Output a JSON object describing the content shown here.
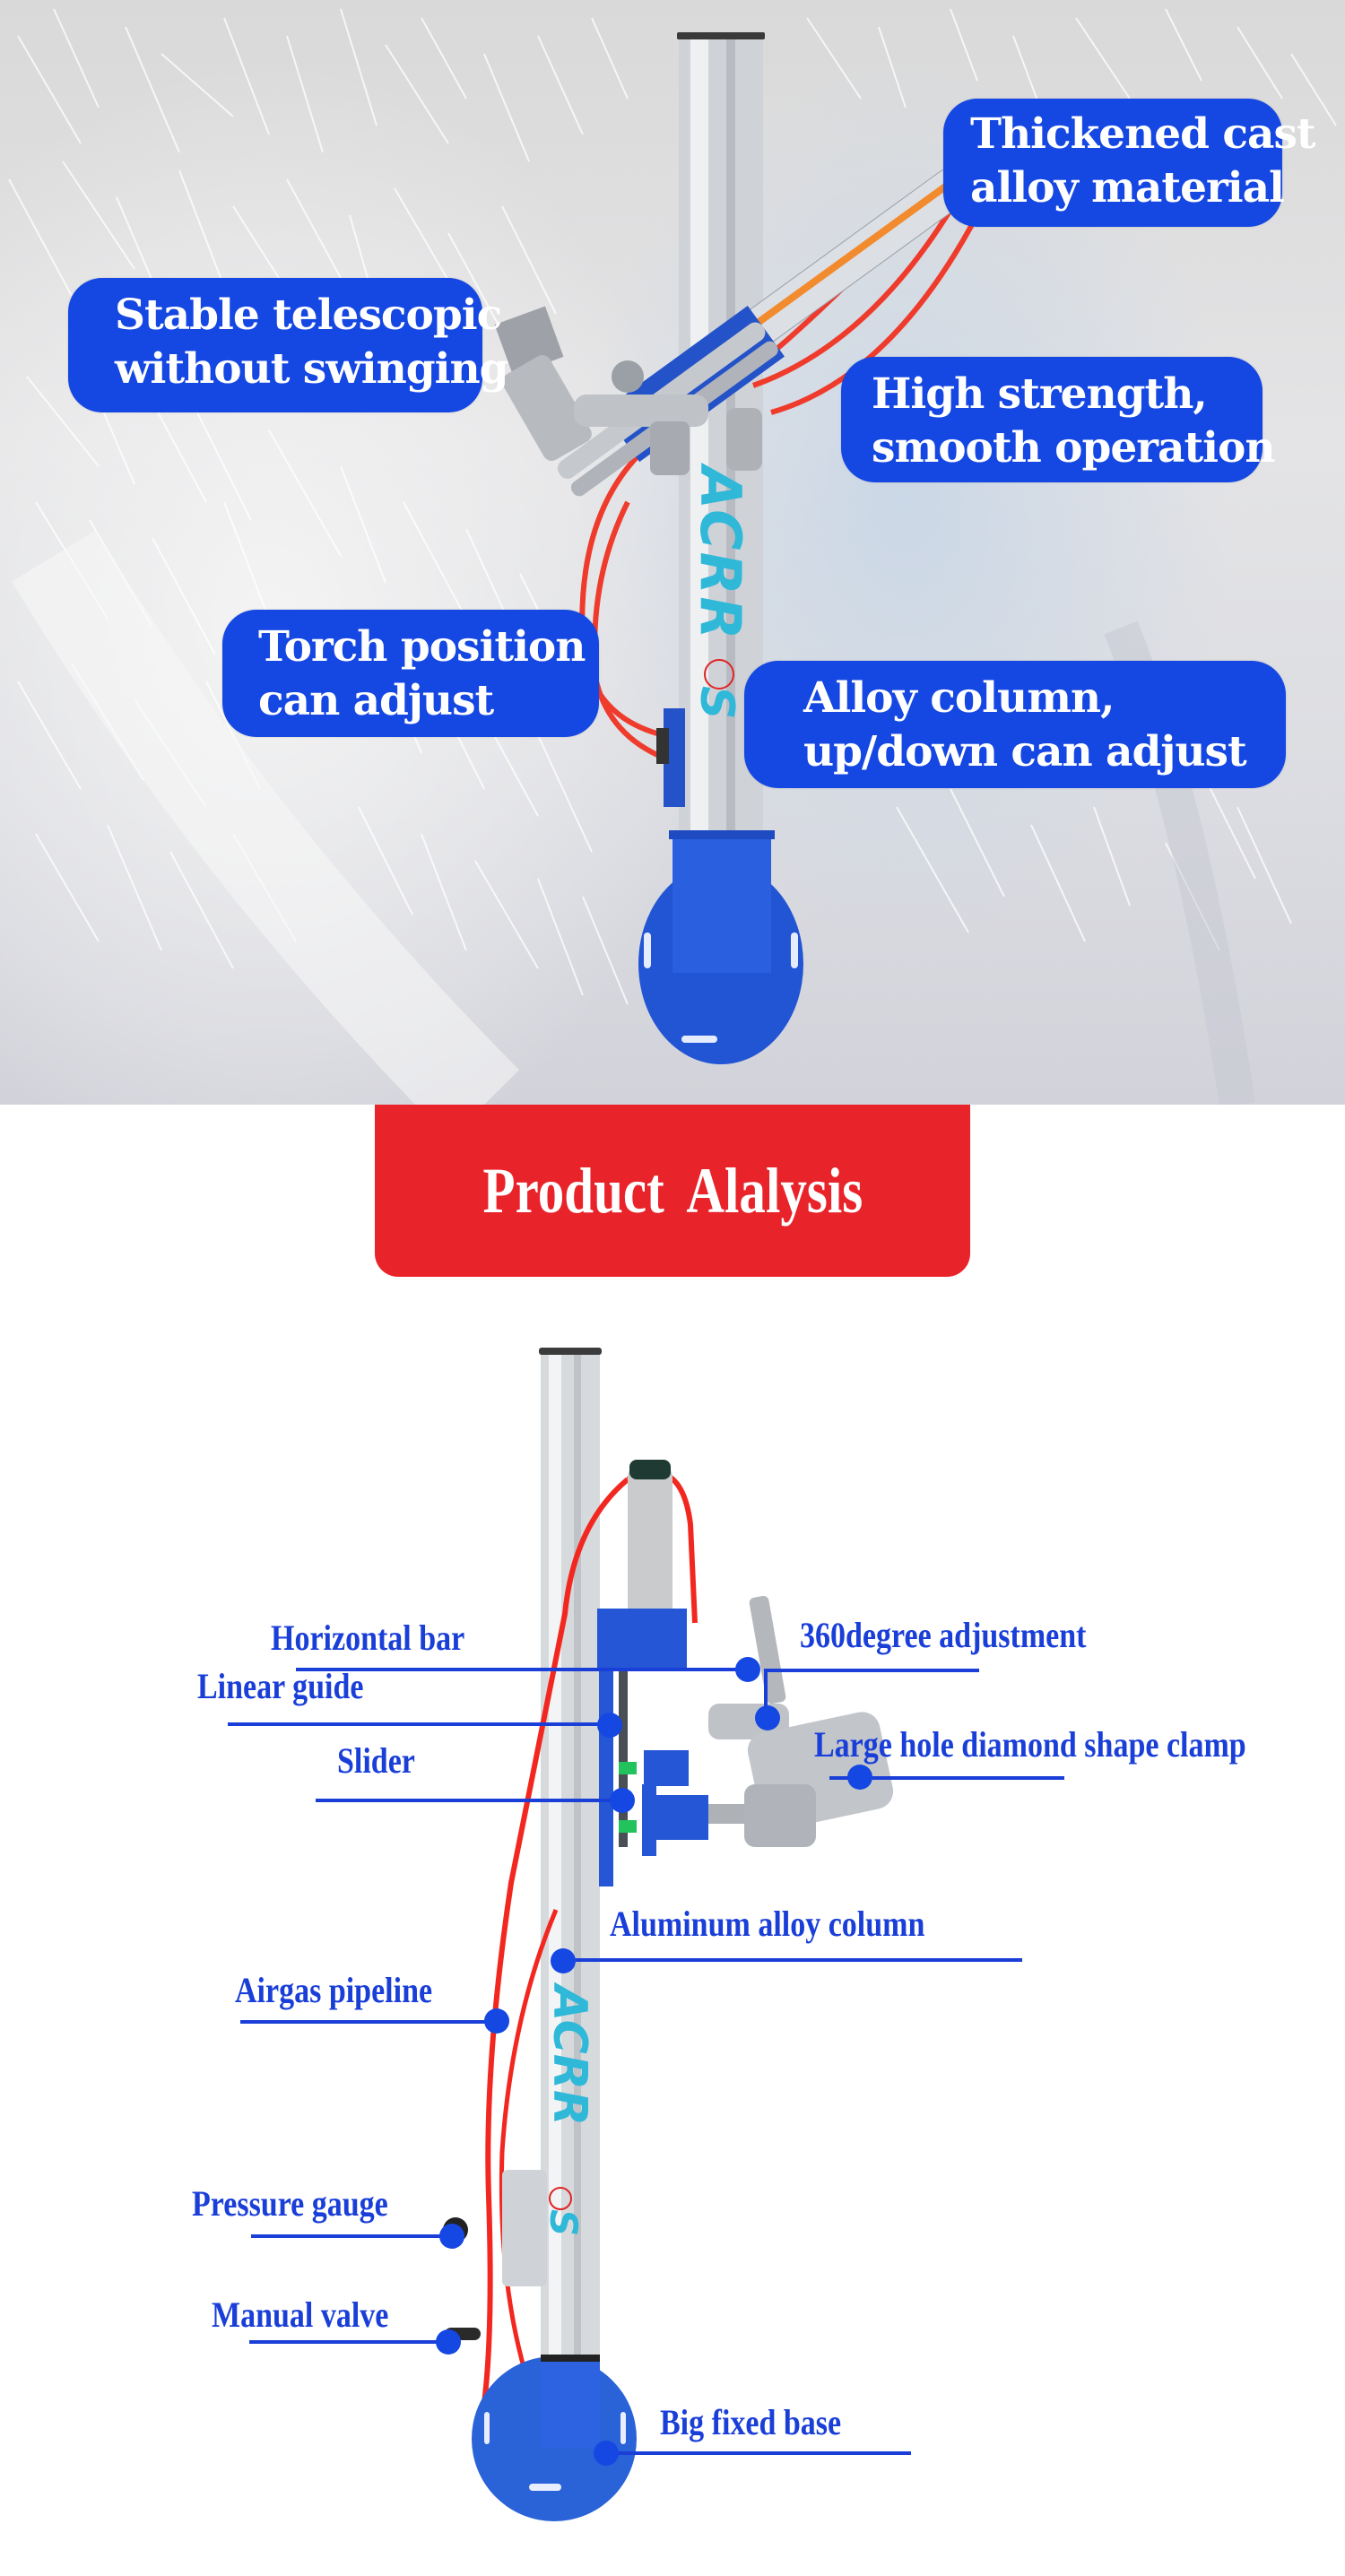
{
  "hero": {
    "callouts": [
      {
        "id": "thickened-cast",
        "lines": [
          "Thickened cast",
          "alloy material"
        ]
      },
      {
        "id": "stable-telescopic",
        "lines": [
          "Stable telescopic",
          "without swinging"
        ]
      },
      {
        "id": "high-strength",
        "lines": [
          "High strength,",
          "smooth operation"
        ]
      },
      {
        "id": "torch-position",
        "lines": [
          "Torch position",
          "can adjust"
        ]
      },
      {
        "id": "alloy-column",
        "lines": [
          "Alloy column,",
          "up/down can adjust"
        ]
      }
    ],
    "brand_logo": "ACRROS",
    "bubble_color": "#1547e2"
  },
  "banner": {
    "title": "Product  Alalysis",
    "color": "#e8232a"
  },
  "diagram": {
    "brand_logo": "ACRROS",
    "label_color": "#1a3fd8",
    "labels": [
      {
        "id": "horizontal-bar",
        "text": "Horizontal bar"
      },
      {
        "id": "360-adjustment",
        "text": "360degree adjustment"
      },
      {
        "id": "linear-guide",
        "text": "Linear guide"
      },
      {
        "id": "large-hole-clamp",
        "text": "Large hole diamond shape clamp"
      },
      {
        "id": "slider",
        "text": "Slider"
      },
      {
        "id": "aluminum-column",
        "text": "Aluminum alloy column"
      },
      {
        "id": "airgas-pipeline",
        "text": "Airgas pipeline"
      },
      {
        "id": "pressure-gauge",
        "text": "Pressure gauge"
      },
      {
        "id": "manual-valve",
        "text": "Manual valve"
      },
      {
        "id": "big-fixed-base",
        "text": "Big fixed base"
      }
    ]
  }
}
